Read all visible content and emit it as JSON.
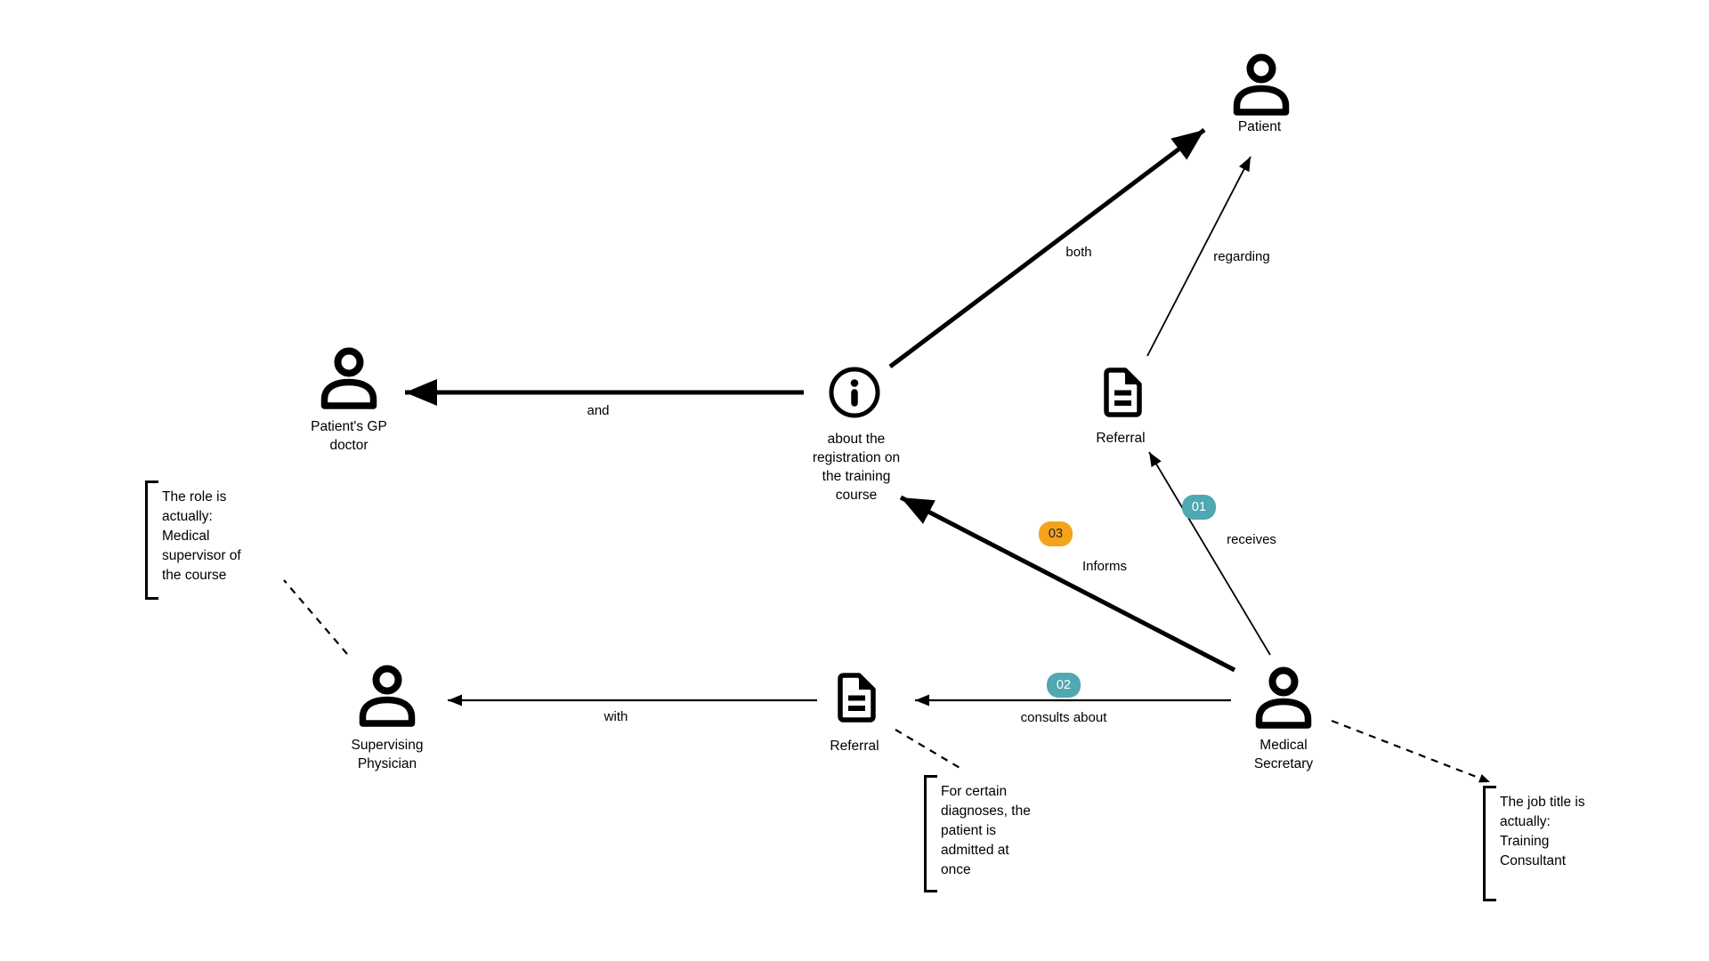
{
  "diagram": {
    "nodes": {
      "patient": {
        "label": "Patient",
        "icon": "person-icon"
      },
      "gp_doctor": {
        "label": "Patient's GP\ndoctor",
        "icon": "person-icon"
      },
      "info": {
        "label": "about the\nregistration on\nthe training\ncourse",
        "icon": "info-icon"
      },
      "referral_top": {
        "label": "Referral",
        "icon": "document-icon"
      },
      "referral_bottom": {
        "label": "Referral",
        "icon": "document-icon"
      },
      "supervising_physician": {
        "label": "Supervising\nPhysician",
        "icon": "person-icon"
      },
      "medical_secretary": {
        "label": "Medical\nSecretary",
        "icon": "person-icon"
      }
    },
    "edges": {
      "and": {
        "label": "and",
        "from": "info",
        "to": "gp_doctor",
        "style": "thick"
      },
      "both": {
        "label": "both",
        "from": "info",
        "to": "patient",
        "style": "thick"
      },
      "regarding": {
        "label": "regarding",
        "from": "referral_top",
        "to": "patient",
        "style": "thin"
      },
      "receives": {
        "label": "receives",
        "badge": "01",
        "badge_color": "#4fa8b2",
        "from": "medical_secretary",
        "to": "referral_top",
        "style": "thin"
      },
      "informs": {
        "label": "Informs",
        "badge": "03",
        "badge_color": "#f5a31b",
        "from": "medical_secretary",
        "to": "info",
        "style": "thick"
      },
      "consults_about": {
        "label": "consults about",
        "badge": "02",
        "badge_color": "#4fa8b2",
        "from": "medical_secretary",
        "to": "referral_bottom",
        "style": "thin"
      },
      "with": {
        "label": "with",
        "from": "referral_bottom",
        "to": "supervising_physician",
        "style": "thin"
      }
    },
    "annotations": {
      "role_note": {
        "text": "The role is\nactually:\nMedical\nsupervisor of\nthe course",
        "attached_to": "supervising_physician"
      },
      "diagnosis_note": {
        "text": "For certain\ndiagnoses, the\npatient is\nadmitted at\nonce",
        "attached_to": "referral_bottom"
      },
      "job_title_note": {
        "text": "The job title is\nactually:\nTraining\nConsultant",
        "attached_to": "medical_secretary"
      }
    },
    "colors": {
      "teal_badge": "#4fa8b2",
      "orange_badge": "#f5a31b",
      "ink": "#000000",
      "background": "#ffffff"
    }
  }
}
